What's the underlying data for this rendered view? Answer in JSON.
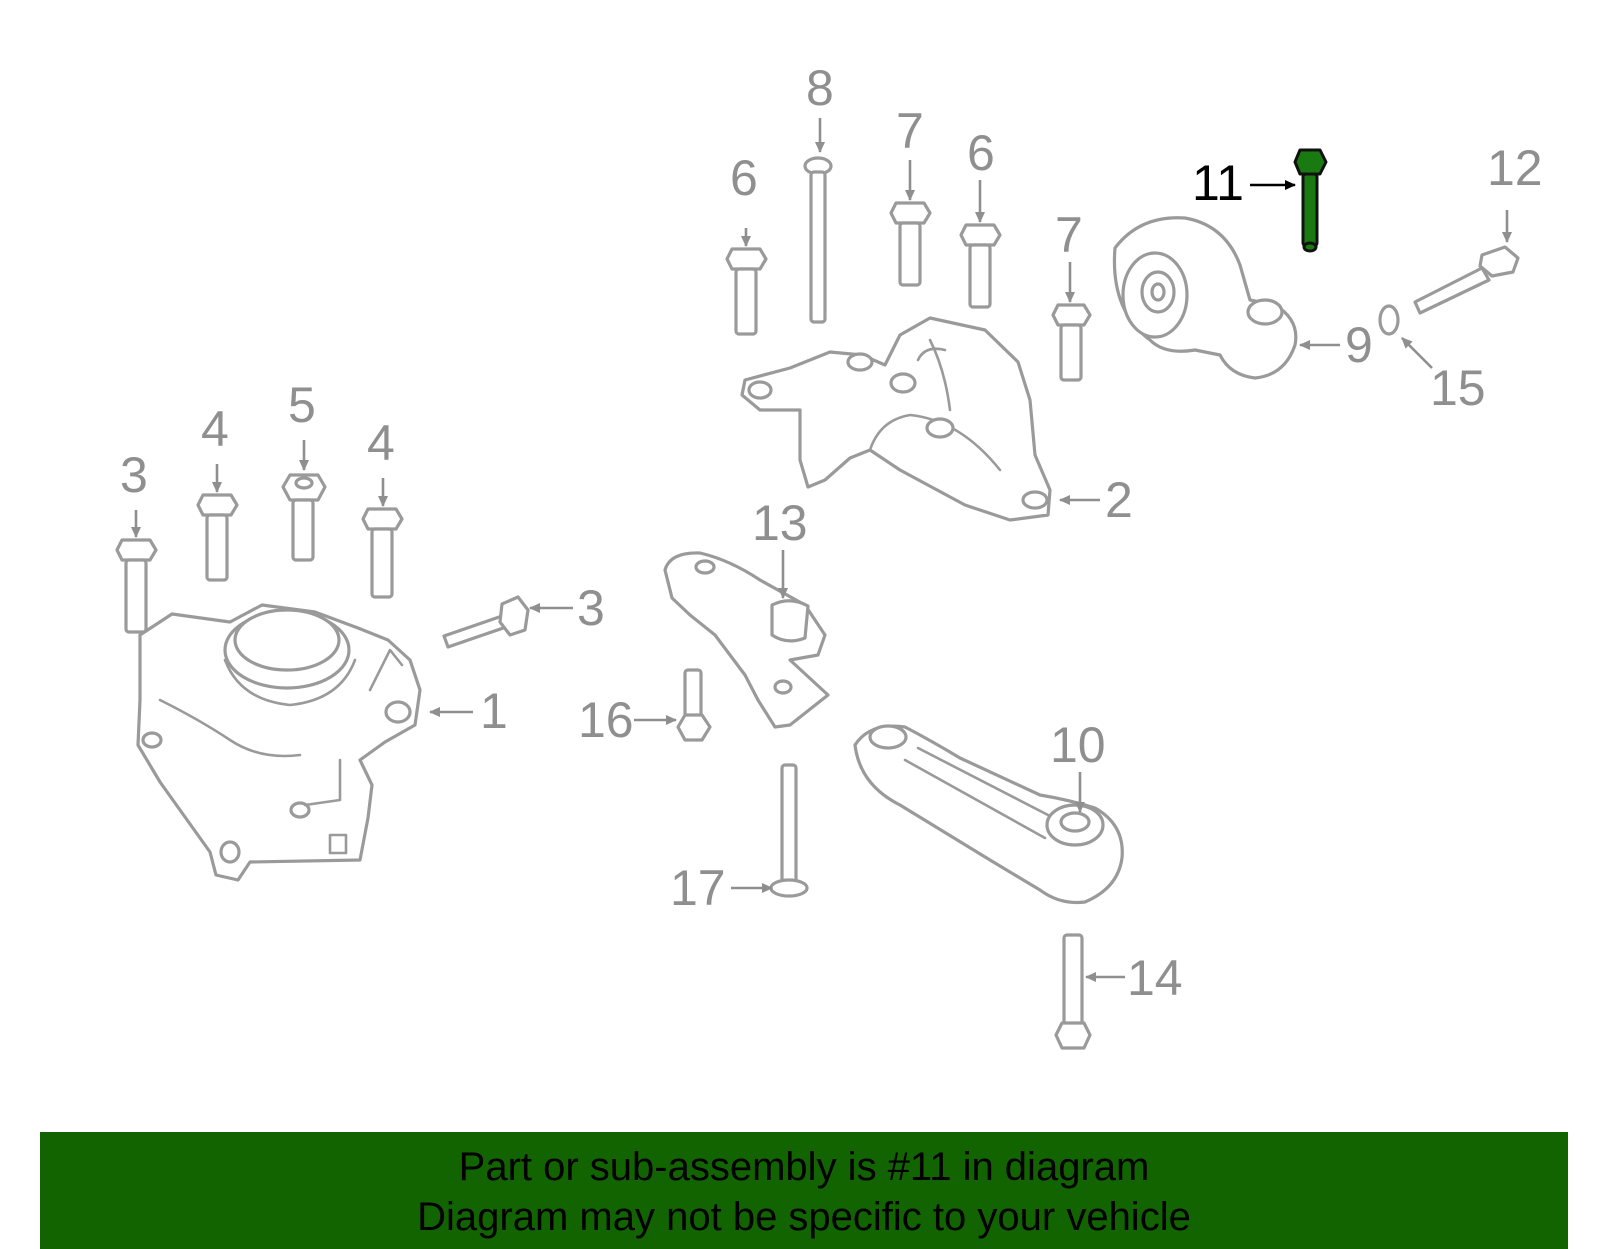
{
  "diagram": {
    "highlighted_part": "11",
    "highlight_color": "#1a7a12",
    "callouts": [
      "1",
      "2",
      "3",
      "3",
      "4",
      "4",
      "5",
      "6",
      "6",
      "7",
      "7",
      "8",
      "9",
      "10",
      "11",
      "12",
      "13",
      "14",
      "15",
      "16",
      "17"
    ]
  },
  "banner": {
    "line1": "Part or sub-assembly is #11 in diagram",
    "line2": "Diagram may not be specific to your vehicle",
    "background": "#126400"
  }
}
